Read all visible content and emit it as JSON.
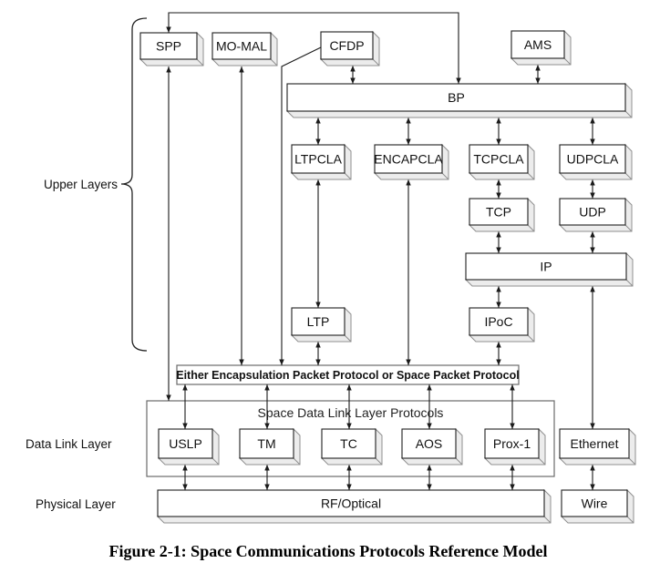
{
  "figure": {
    "caption": "Figure 2-1:  Space Communications Protocols Reference Model"
  },
  "layer_labels": {
    "upper": "Upper Layers",
    "data_link": "Data Link Layer",
    "physical": "Physical Layer"
  },
  "groups": {
    "encapsulation_bar": "Either Encapsulation Packet Protocol or Space Packet Protocol",
    "sdll_container": "Space Data Link Layer Protocols"
  },
  "nodes": {
    "spp": "SPP",
    "momal": "MO-MAL",
    "cfdp": "CFDP",
    "ams": "AMS",
    "bp": "BP",
    "ltpcla": "LTPCLA",
    "encapcla": "ENCAPCLA",
    "tcpcla": "TCPCLA",
    "udpcla": "UDPCLA",
    "tcp": "TCP",
    "udp": "UDP",
    "ip": "IP",
    "ltp": "LTP",
    "ipoc": "IPoC",
    "uslp": "USLP",
    "tm": "TM",
    "tc": "TC",
    "aos": "AOS",
    "prox1": "Prox-1",
    "ethernet": "Ethernet",
    "rf_optical": "RF/Optical",
    "wire": "Wire"
  },
  "edges": [
    {
      "from": "SPP",
      "to": "BP",
      "route": "over-top",
      "bidirectional": true
    },
    {
      "from": "SPP",
      "to": "Space Data Link Layer Protocols",
      "bidirectional": true
    },
    {
      "from": "MO-MAL",
      "to": "Encapsulation/Space Packet Protocol",
      "bidirectional": true
    },
    {
      "from": "CFDP",
      "to": "Encapsulation/Space Packet Protocol",
      "bidirectional": false
    },
    {
      "from": "CFDP",
      "to": "BP",
      "bidirectional": true
    },
    {
      "from": "AMS",
      "to": "BP",
      "bidirectional": true
    },
    {
      "from": "BP",
      "to": "LTPCLA",
      "bidirectional": true
    },
    {
      "from": "BP",
      "to": "ENCAPCLA",
      "bidirectional": true
    },
    {
      "from": "BP",
      "to": "TCPCLA",
      "bidirectional": true
    },
    {
      "from": "BP",
      "to": "UDPCLA",
      "bidirectional": true
    },
    {
      "from": "LTPCLA",
      "to": "LTP",
      "bidirectional": true
    },
    {
      "from": "ENCAPCLA",
      "to": "Encapsulation/Space Packet Protocol",
      "bidirectional": true
    },
    {
      "from": "TCPCLA",
      "to": "TCP",
      "bidirectional": true
    },
    {
      "from": "UDPCLA",
      "to": "UDP",
      "bidirectional": true
    },
    {
      "from": "TCP",
      "to": "IP",
      "bidirectional": true
    },
    {
      "from": "UDP",
      "to": "IP",
      "bidirectional": true
    },
    {
      "from": "IP",
      "to": "IPoC",
      "bidirectional": true
    },
    {
      "from": "IP",
      "to": "Ethernet",
      "bidirectional": true
    },
    {
      "from": "LTP",
      "to": "Encapsulation/Space Packet Protocol",
      "bidirectional": true
    },
    {
      "from": "IPoC",
      "to": "Encapsulation/Space Packet Protocol",
      "bidirectional": true
    },
    {
      "from": "Encapsulation/Space Packet Protocol",
      "to": "USLP",
      "bidirectional": true
    },
    {
      "from": "Encapsulation/Space Packet Protocol",
      "to": "TM",
      "bidirectional": true
    },
    {
      "from": "Encapsulation/Space Packet Protocol",
      "to": "TC",
      "bidirectional": true
    },
    {
      "from": "Encapsulation/Space Packet Protocol",
      "to": "AOS",
      "bidirectional": true
    },
    {
      "from": "Encapsulation/Space Packet Protocol",
      "to": "Prox-1",
      "bidirectional": true
    },
    {
      "from": "USLP",
      "to": "RF/Optical",
      "bidirectional": true
    },
    {
      "from": "TM",
      "to": "RF/Optical",
      "bidirectional": true
    },
    {
      "from": "TC",
      "to": "RF/Optical",
      "bidirectional": true
    },
    {
      "from": "AOS",
      "to": "RF/Optical",
      "bidirectional": true
    },
    {
      "from": "Prox-1",
      "to": "RF/Optical",
      "bidirectional": true
    },
    {
      "from": "Ethernet",
      "to": "Wire",
      "bidirectional": true
    }
  ],
  "colors": {
    "background": "#ffffff",
    "box_border": "#1f1f1f",
    "box_fill": "#ffffff",
    "shadow_fill": "#ececec",
    "shadow_border": "#8f8f8f",
    "flat_border": "#6a6a6a",
    "arrow": "#1a1a1a",
    "text": "#111111"
  }
}
